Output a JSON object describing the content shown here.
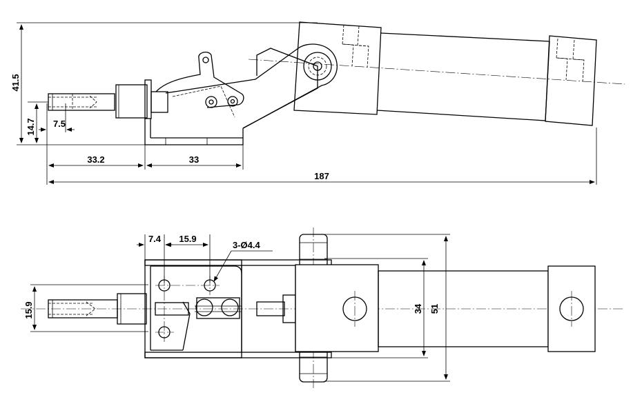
{
  "side_view": {
    "dimensions": {
      "total_height": "41.5",
      "pin_height": "14.7",
      "pin_offset": "7.5",
      "plunger_length": "33.2",
      "base_length": "33",
      "overall_length": "187"
    }
  },
  "top_view": {
    "dimensions": {
      "hole_offset": "7.4",
      "hole_spacing": "15.9",
      "hole_callout": "3-Ø4.4",
      "plunger_width": "15.9",
      "cylinder_width": "34",
      "overall_width": "51"
    }
  }
}
